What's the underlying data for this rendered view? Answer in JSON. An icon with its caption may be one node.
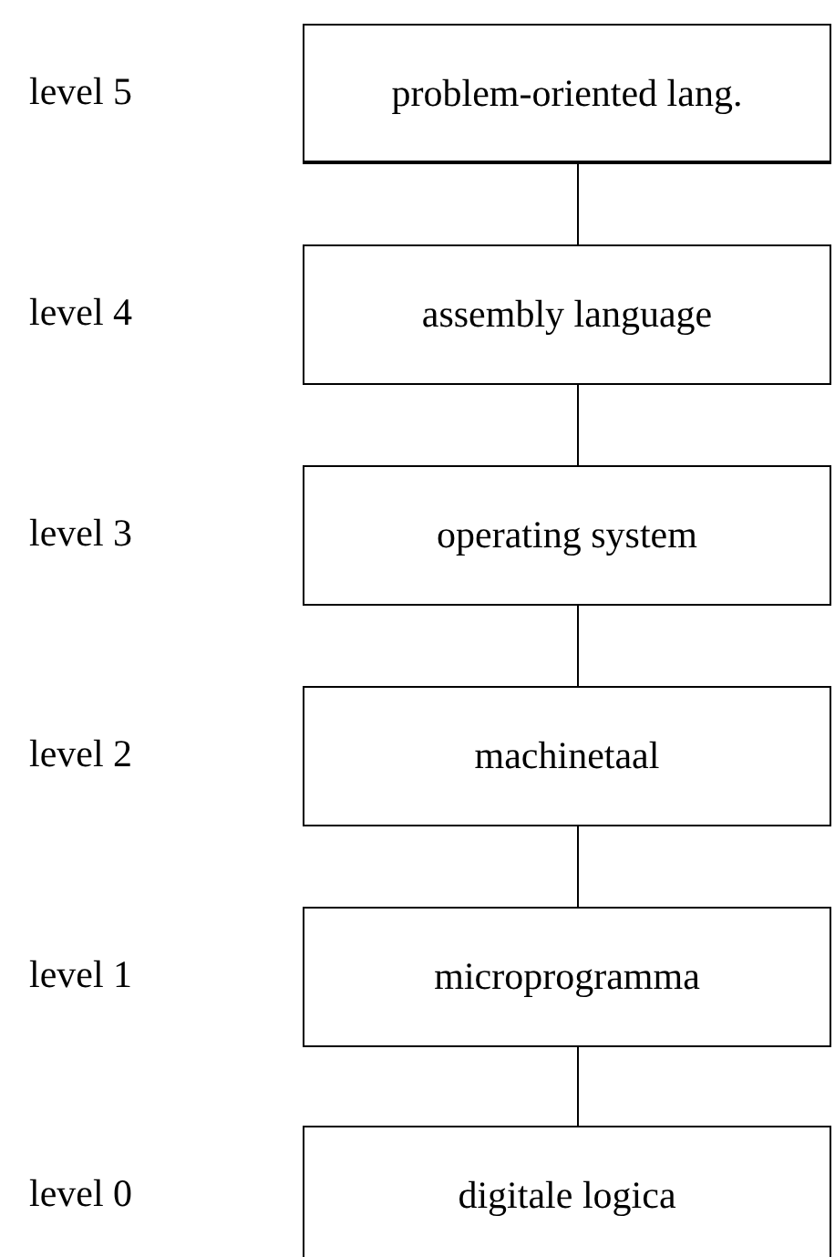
{
  "diagram": {
    "nodes": [
      {
        "text": [
          "problem-oriented lang."
        ]
      },
      {
        "text": [
          "assembly language"
        ]
      },
      {
        "text": [
          "operating system"
        ]
      },
      {
        "text": [
          "machinetaal"
        ]
      },
      {
        "text": [
          "microprogramma"
        ]
      },
      {
        "text": [
          "digitale logica"
        ]
      }
    ],
    "edges": [
      {
        "from": 0,
        "to": 1,
        "arrow": "none"
      },
      {
        "from": 1,
        "to": 2,
        "arrow": "none"
      },
      {
        "from": 2,
        "to": 3,
        "arrow": "none"
      },
      {
        "from": 3,
        "to": 4,
        "arrow": "none"
      },
      {
        "from": 4,
        "to": 5,
        "arrow": "none"
      }
    ],
    "labels": [
      "level 5",
      "level 4",
      "level 3",
      "level 2",
      "level 1",
      "level 0"
    ]
  }
}
